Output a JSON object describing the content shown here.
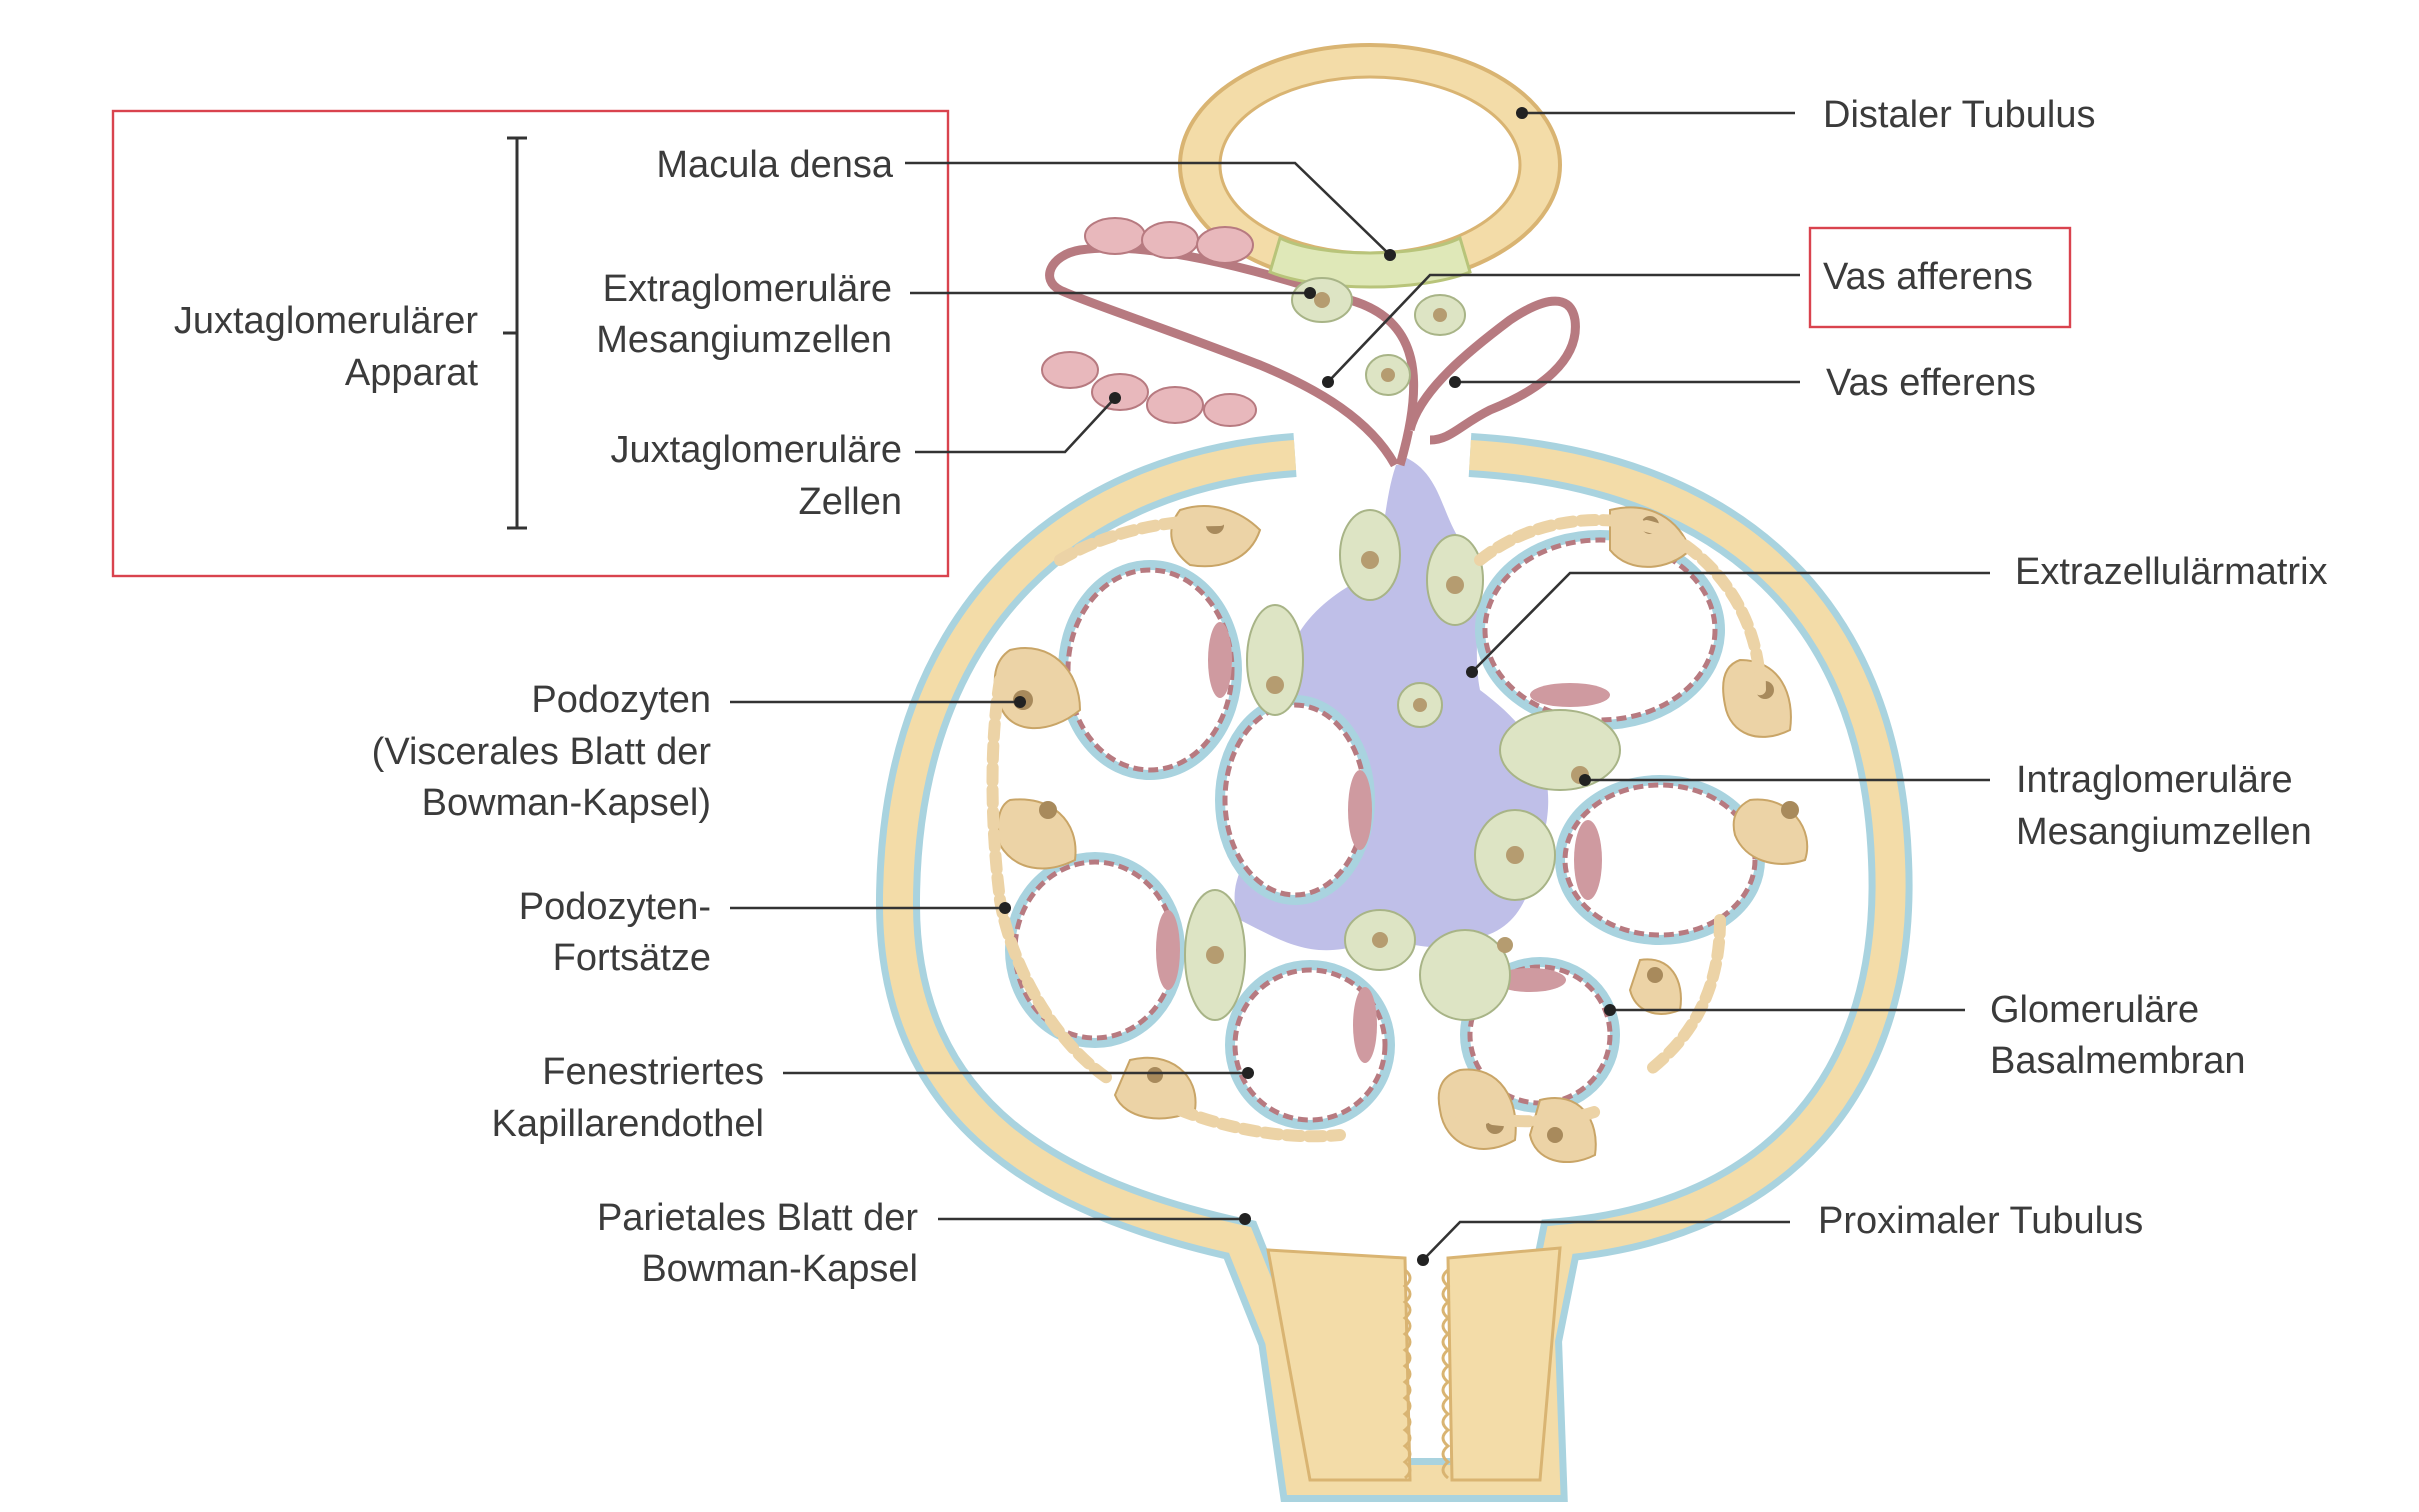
{
  "colors": {
    "tubule": "#f3dca8",
    "tubule_stroke": "#d9b472",
    "macula": "#dfe8b8",
    "mesangial": "#dde4c4",
    "matrix": "#bfbfe8",
    "capillary": "#ffffff",
    "capillary_stroke": "#b77a80",
    "endothelial": "#cf9aa0",
    "podocyte": "#ecd3a6",
    "basal_membrane": "#a9d3df",
    "jg_cell": "#e8b8bc",
    "highlight_box": "#d9434e"
  },
  "labels": {
    "distaler_tubulus": "Distaler Tubulus",
    "macula_densa": "Macula densa",
    "extragl_1": "Extraglomeruläre",
    "extragl_2": "Mesangiumzellen",
    "vas_afferens": "Vas afferens",
    "vas_efferens": "Vas efferens",
    "juxtaglom_app_1": "Juxtaglomerulärer",
    "juxtaglom_app_2": "Apparat",
    "jg_zellen_1": "Juxtaglomeruläre",
    "jg_zellen_2": "Zellen",
    "extrazellularmatrix": "Extrazellulärmatrix",
    "podozyten_1": "Podozyten",
    "podozyten_2": "(Viscerales Blatt der",
    "podozyten_3": "Bowman-Kapsel)",
    "intragl_1": "Intraglomeruläre",
    "intragl_2": "Mesangiumzellen",
    "fortsaetze_1": "Podozyten-",
    "fortsaetze_2": "Fortsätze",
    "glom_bm_1": "Glomeruläre",
    "glom_bm_2": "Basalmembran",
    "fenestr_1": "Fenestriertes",
    "fenestr_2": "Kapillarendothel",
    "parietal_1": "Parietales Blatt der",
    "parietal_2": "Bowman-Kapsel",
    "proximaler_tubulus": "Proximaler Tubulus"
  }
}
